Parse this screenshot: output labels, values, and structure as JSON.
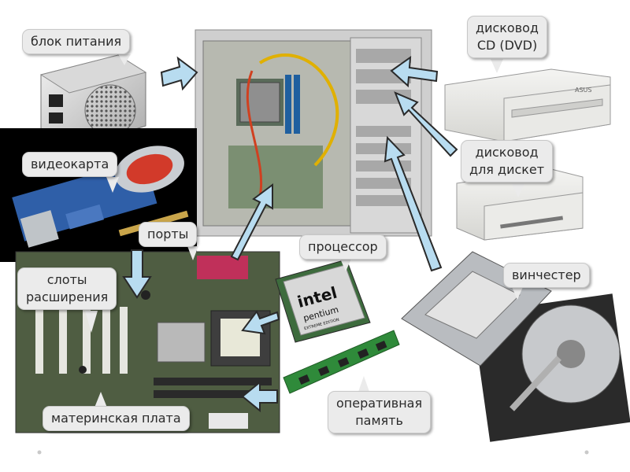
{
  "slide": {
    "labels": {
      "power_supply": "блок питания",
      "cd_drive": [
        "дисковод",
        "CD (DVD)"
      ],
      "video_card": "видеокарта",
      "floppy_drive": [
        "дисковод",
        "для дискет"
      ],
      "ports": "порты",
      "processor": "процессор",
      "expansion_slots": [
        "слоты",
        "расширения"
      ],
      "hard_drive": "винчестер",
      "ram": [
        "оперативная",
        "память"
      ],
      "motherboard": "материнская плата"
    },
    "drive_brand": "ASUS",
    "cpu": {
      "brand": "intel",
      "model": "pentium",
      "edition": "EXTREME EDITION"
    },
    "colors": {
      "callout_bg": "#ebebeb",
      "arrow_fill": "#b8dcf0",
      "arrow_stroke": "#2a2a2a"
    }
  }
}
